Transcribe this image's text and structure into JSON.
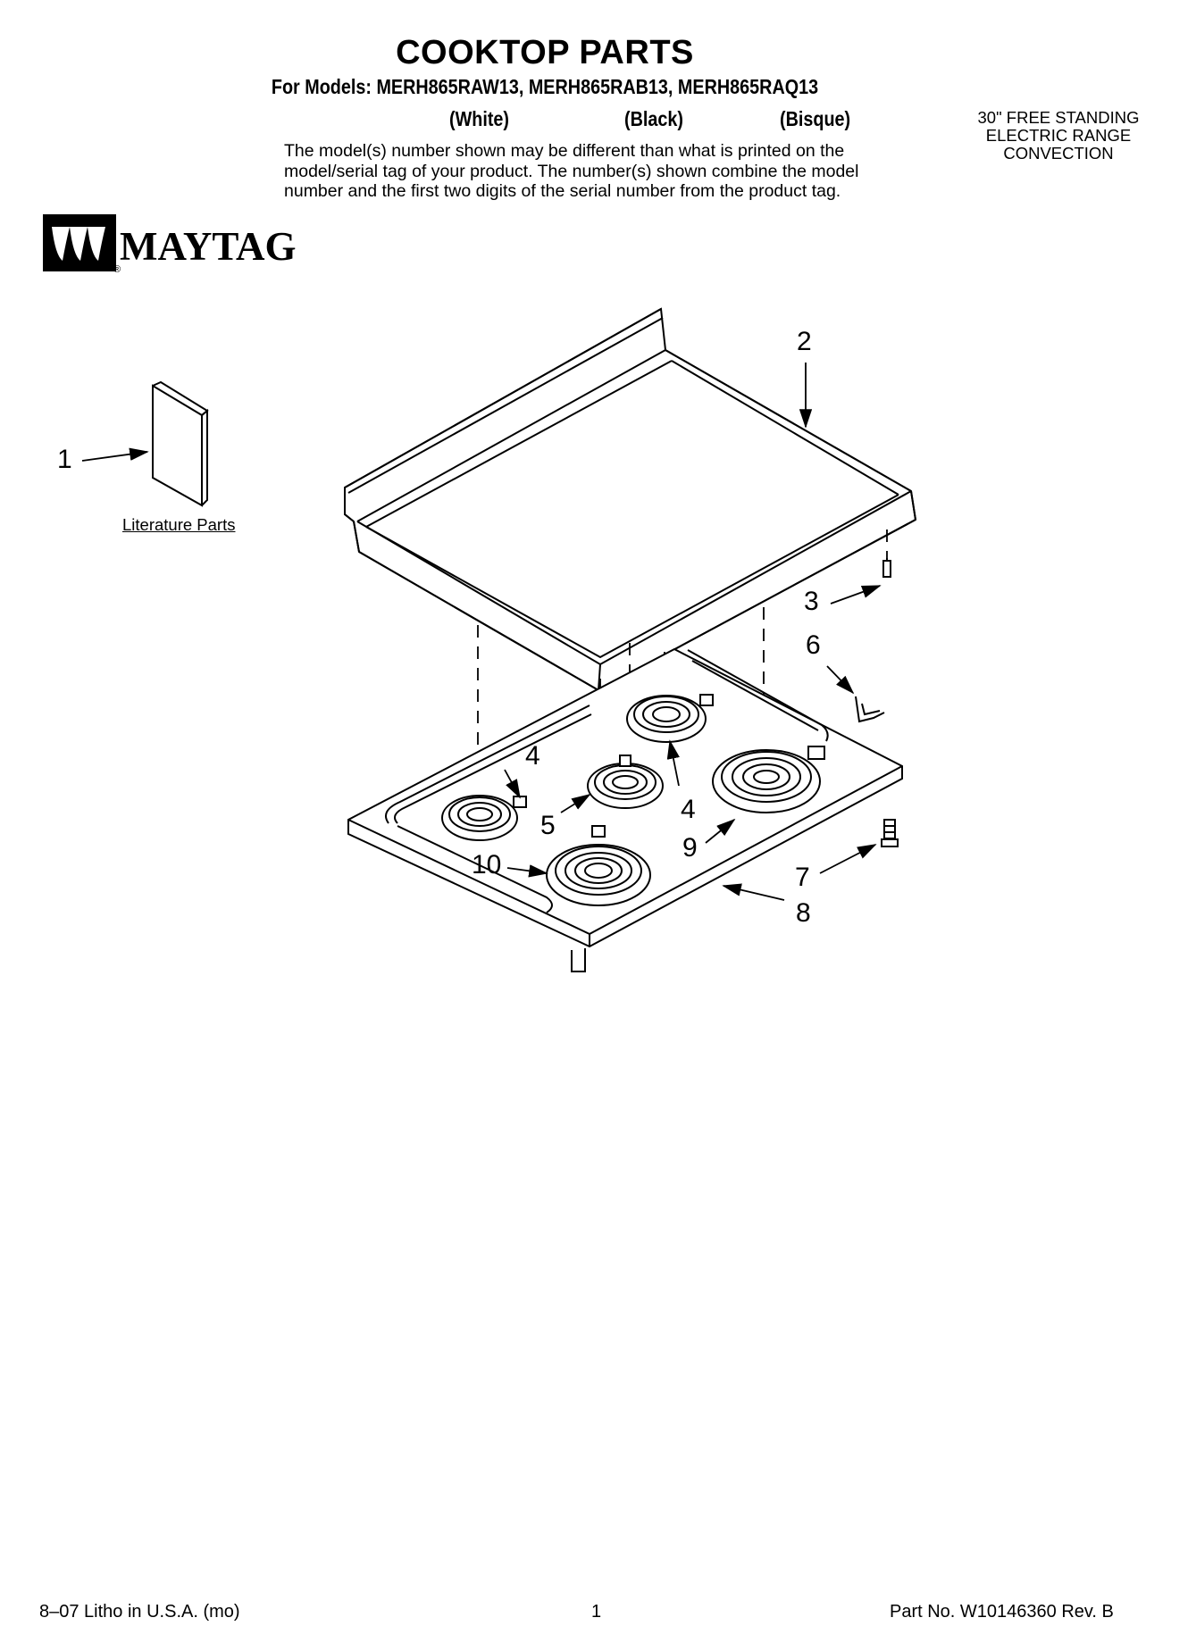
{
  "header": {
    "title": "COOKTOP PARTS",
    "models": "For Models: MERH865RAW13, MERH865RAB13, MERH865RAQ13",
    "colors": [
      "(White)",
      "(Black)",
      "(Bisque)"
    ],
    "description": [
      "The model(s) number shown may be different than what is printed on the",
      "model/serial tag of your product. The number(s) shown combine the model",
      "number and the first two digits of the serial number from the product tag."
    ],
    "product_type": [
      "30\" FREE STANDING",
      "ELECTRIC RANGE",
      "CONVECTION"
    ]
  },
  "brand": {
    "name": "MAYTAG",
    "registered": "®",
    "logo_icon": "maytag-m-logo"
  },
  "diagram": {
    "literature_label": "Literature Parts",
    "callouts": [
      "1",
      "2",
      "3",
      "6",
      "4",
      "5",
      "4",
      "9",
      "10",
      "7",
      "8"
    ]
  },
  "footer": {
    "litho": "8–07 Litho in U.S.A. (mo)",
    "page": "1",
    "part_no": "Part No. W10146360 Rev. B"
  }
}
